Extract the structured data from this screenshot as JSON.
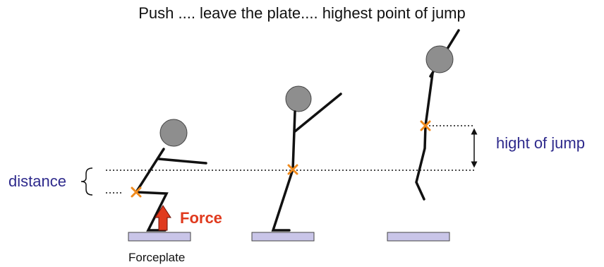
{
  "title": "Push .... leave the plate.... highest point of jump",
  "labels": {
    "distance": "distance",
    "force": "Force",
    "forceplate": "Forceplate",
    "jump_height": "hight of jump"
  },
  "colors": {
    "label_blue": "#2e2a8c",
    "force_red": "#e03a1e",
    "marker_orange": "#f08a1c",
    "plate_fill": "#c9c5e8",
    "plate_stroke": "#444444",
    "head_fill": "#8e8e8e",
    "line": "#111111"
  },
  "phases": [
    "squat",
    "push-off",
    "highest point"
  ]
}
